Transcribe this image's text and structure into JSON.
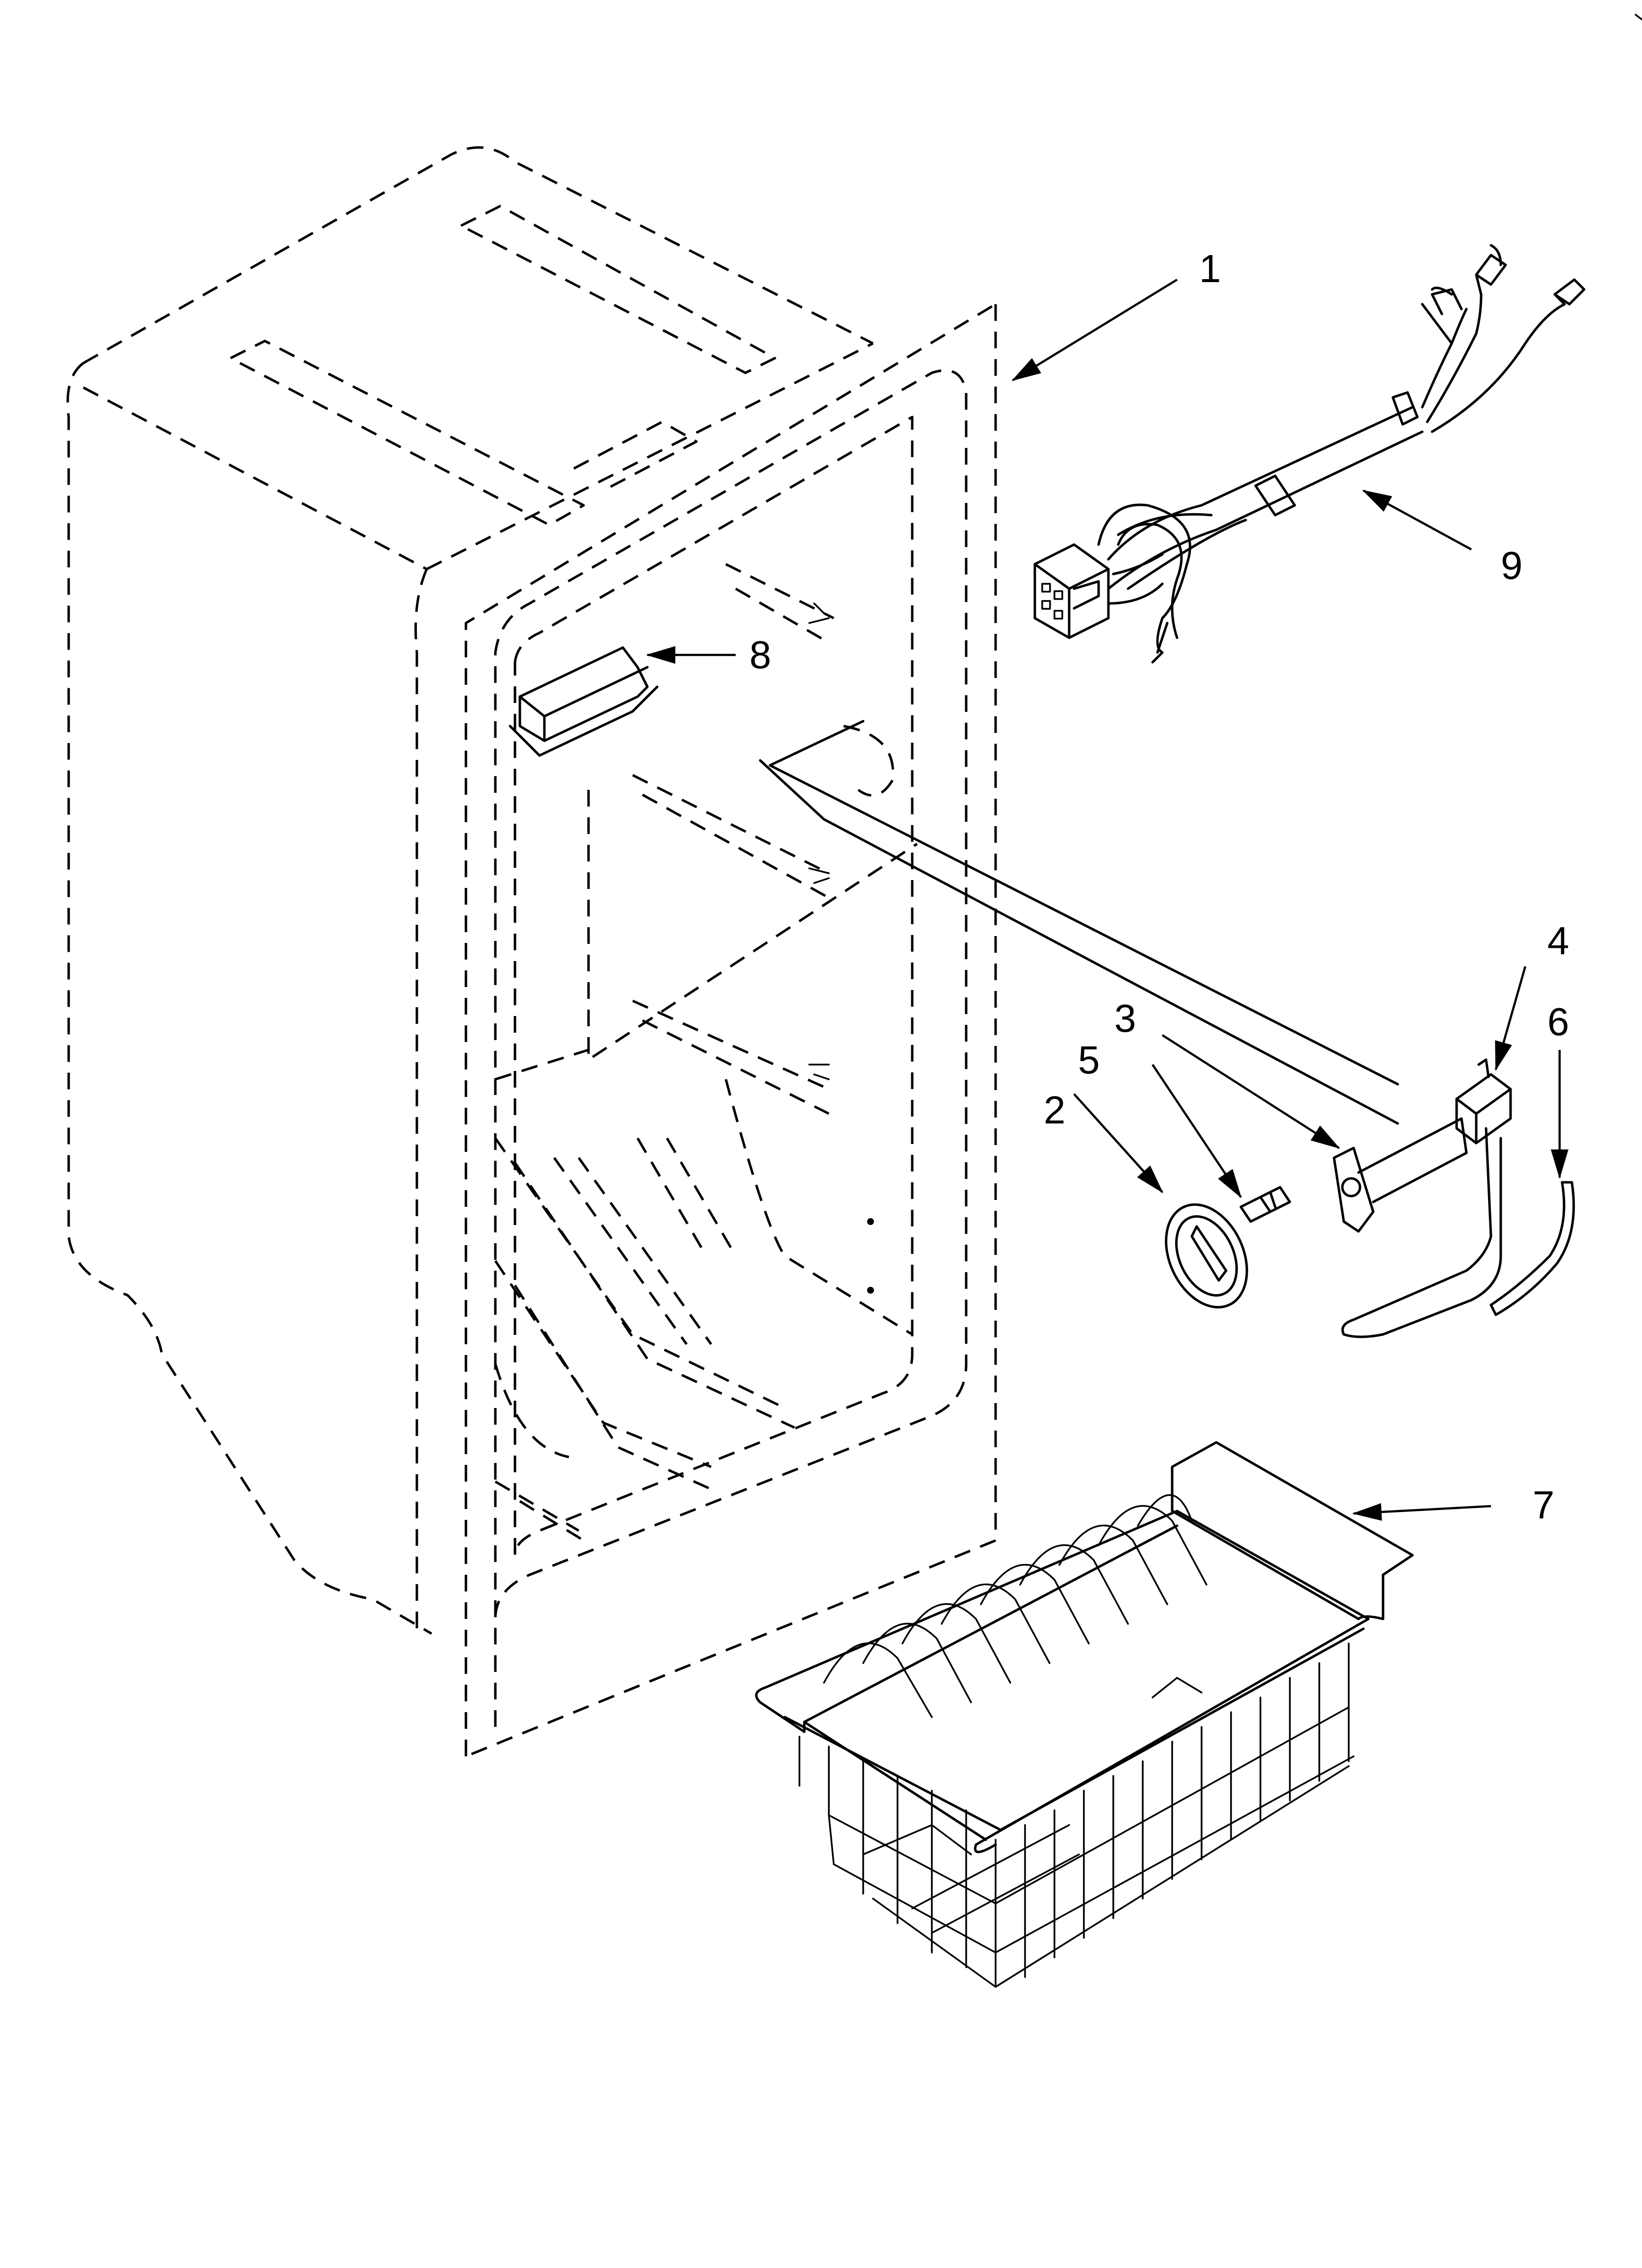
{
  "diagram": {
    "callouts": [
      {
        "id": "1",
        "label": "1",
        "part": "cabinet-liner"
      },
      {
        "id": "2",
        "label": "2",
        "part": "thermostat-knob"
      },
      {
        "id": "3",
        "label": "3",
        "part": "thermostat-bracket"
      },
      {
        "id": "4",
        "label": "4",
        "part": "thermostat"
      },
      {
        "id": "5",
        "label": "5",
        "part": "screw"
      },
      {
        "id": "6",
        "label": "6",
        "part": "tubing"
      },
      {
        "id": "7",
        "label": "7",
        "part": "wire-basket"
      },
      {
        "id": "8",
        "label": "8",
        "part": "light-housing"
      },
      {
        "id": "9",
        "label": "9",
        "part": "wiring-harness"
      }
    ]
  }
}
